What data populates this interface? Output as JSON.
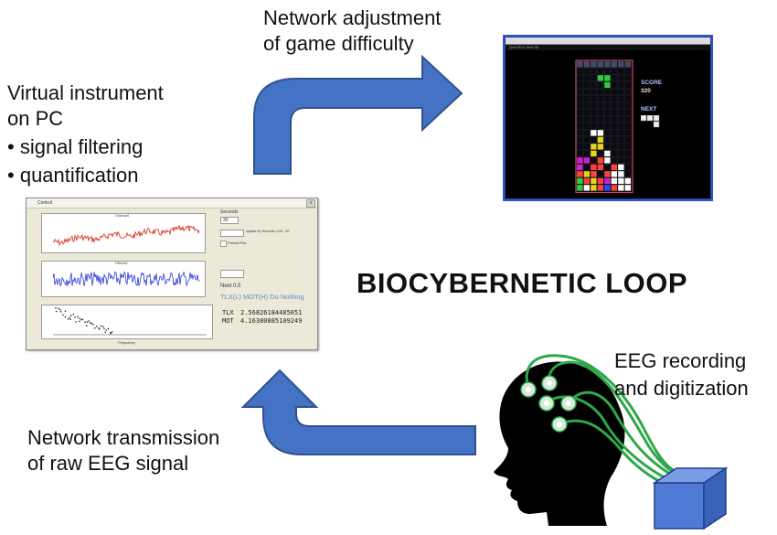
{
  "labels": {
    "virtual_instrument_line1": "Virtual instrument",
    "virtual_instrument_line2": "on PC",
    "bullet1": "signal filtering",
    "bullet2": "quantification",
    "network_adjust_line1": "Network adjustment",
    "network_adjust_line2": "of game difficulty",
    "loop_title": "BIOCYBERNETIC LOOP",
    "eeg_line1": "EEG recording",
    "eeg_line2": "and digitization",
    "transmission_line1": "Network transmission",
    "transmission_line2": "of raw EEG signal"
  },
  "control_window": {
    "title": "Control",
    "close": "x",
    "plot1_title": "Channel",
    "plot2_title": "Filtered",
    "seconds_label": "Seconds",
    "seconds_value": "30",
    "update_label": "Update Fly Seconds: 0.00 - 30",
    "freeze_label": "Freeze Plot",
    "next_label": "Next 0.5",
    "decision_text": "TLX(L) MOT(H) Do Nothing",
    "tlx_label": "TLX",
    "tlx_value": "2.56826184485051",
    "mot_label": "MOT",
    "mot_value": "4.16380885109249",
    "x_axis_label": "Frequency"
  },
  "game_window": {
    "menu": "Quit    EEG: time    50",
    "score_label": "SCORE",
    "score_value": "320",
    "next_label": "NEXT"
  },
  "colors": {
    "arrow_blue": "#4472c4",
    "arrow_stroke": "#2f528f",
    "raw_signal": "#d63a2a",
    "filtered_signal": "#2a3ad6",
    "cable_green": "#2ea84a",
    "electrode": "#d9e8d9",
    "box_blue": "#4f7ad6"
  }
}
